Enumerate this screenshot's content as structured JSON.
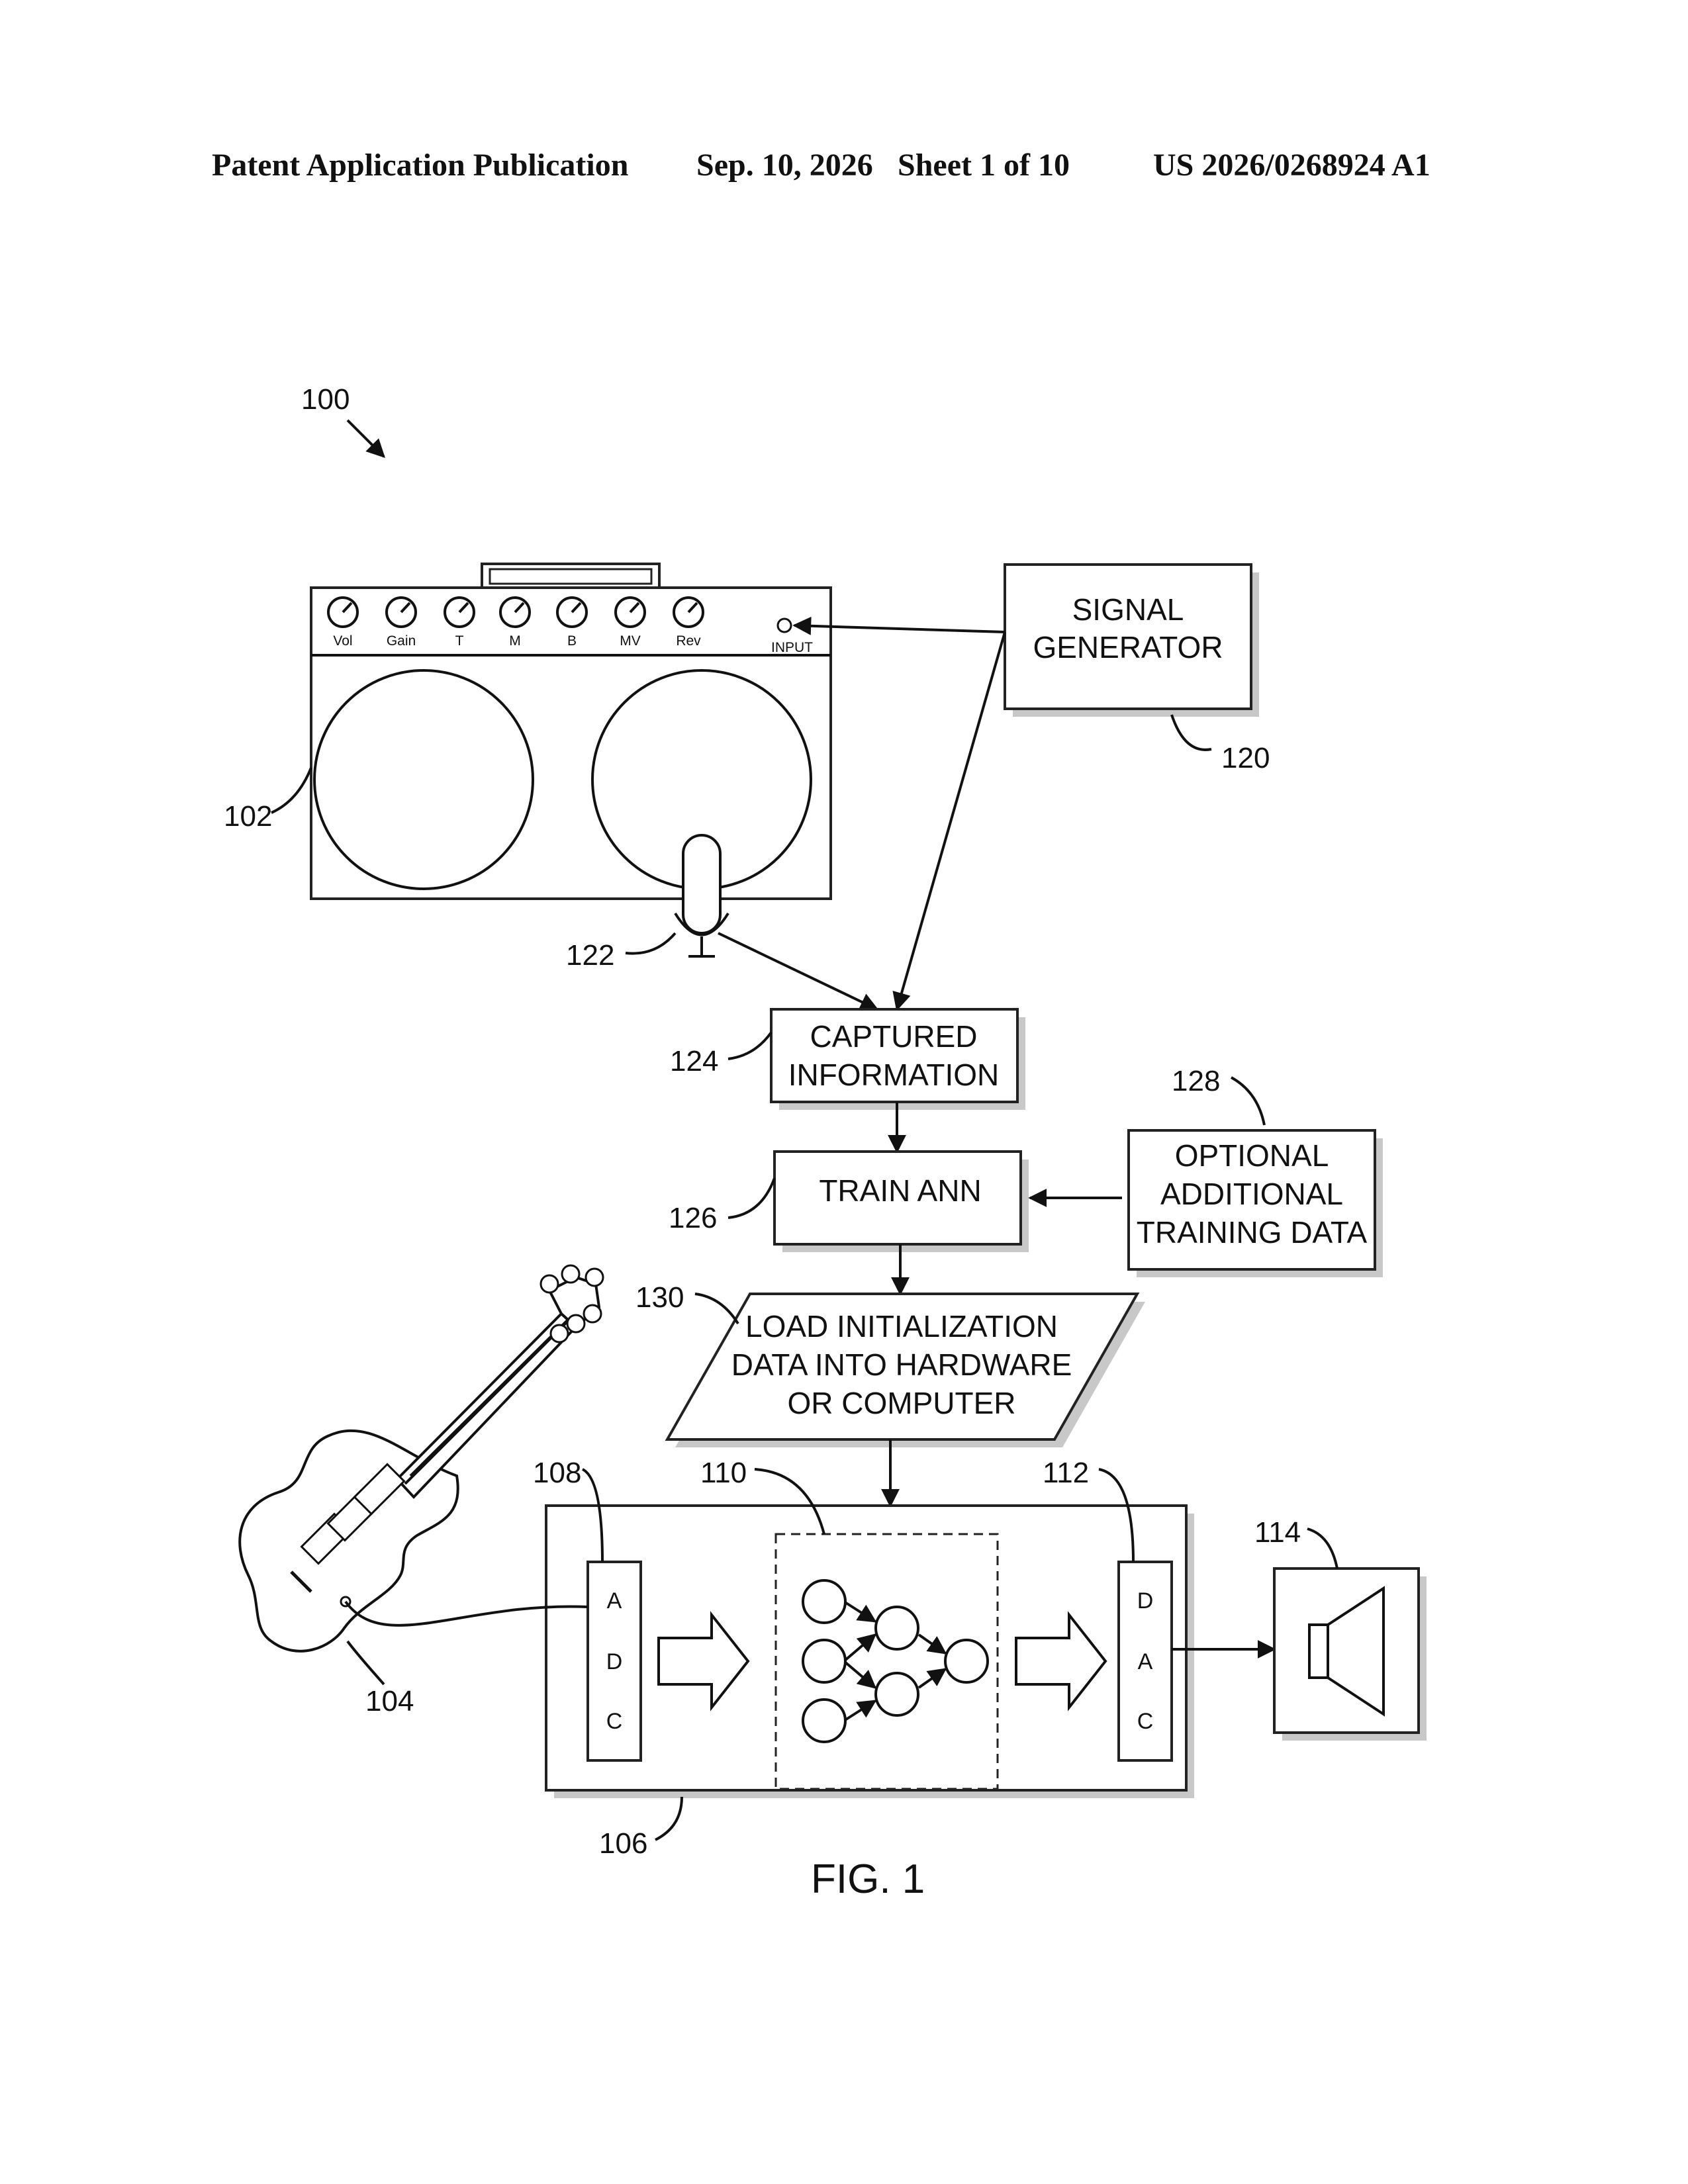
{
  "header": {
    "publication": "Patent Application Publication",
    "date": "Sep. 10, 2026",
    "sheet": "Sheet 1 of 10",
    "number": "US 2026/0268924 A1"
  },
  "figure": {
    "caption": "FIG. 1",
    "refs": {
      "system": "100",
      "amplifier": "102",
      "guitar": "104",
      "device": "106",
      "adc": "108",
      "ann": "110",
      "dac": "112",
      "speaker": "114",
      "signal_generator": "120",
      "microphone": "122",
      "captured": "124",
      "train": "126",
      "optional": "128",
      "load": "130"
    },
    "amp_knobs": [
      "Vol",
      "Gain",
      "T",
      "M",
      "B",
      "MV",
      "Rev"
    ],
    "amp_input_label": "INPUT",
    "boxes": {
      "signal_generator": [
        "SIGNAL",
        "GENERATOR"
      ],
      "captured": [
        "CAPTURED",
        "INFORMATION"
      ],
      "train": [
        "TRAIN ANN"
      ],
      "optional": [
        "OPTIONAL",
        "ADDITIONAL",
        "TRAINING DATA"
      ],
      "load": [
        "LOAD INITIALIZATION",
        "DATA INTO HARDWARE",
        "OR COMPUTER"
      ]
    },
    "adc_letters": [
      "A",
      "D",
      "C"
    ],
    "dac_letters": [
      "D",
      "A",
      "C"
    ]
  }
}
